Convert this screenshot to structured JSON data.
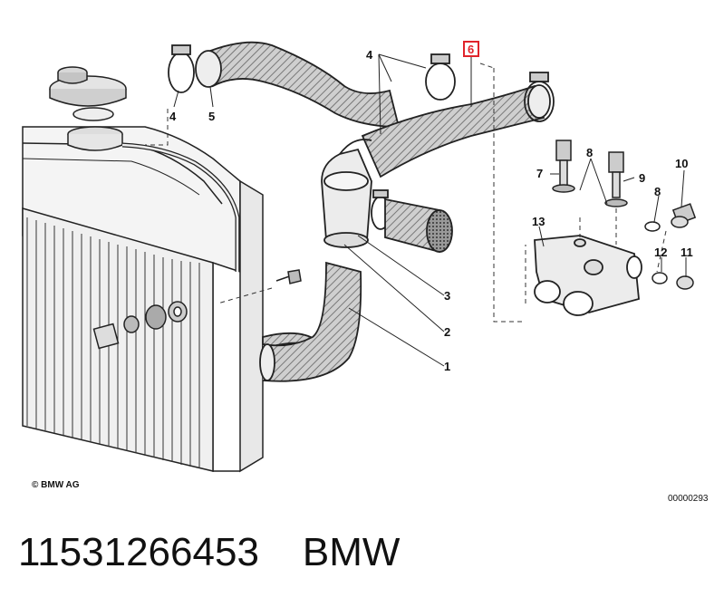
{
  "diagram": {
    "callouts": {
      "c1": "1",
      "c2": "2",
      "c3": "3",
      "c4_left": "4",
      "c4_top": "4",
      "c5": "5",
      "c6": "6",
      "c7": "7",
      "c8_top": "8",
      "c8_right": "8",
      "c9": "9",
      "c10": "10",
      "c11": "11",
      "c12": "12",
      "c13": "13"
    },
    "highlighted_callout": "6",
    "highlight_color": "#e0242b",
    "copyright": "© BMW AG",
    "figure_number": "00000293"
  },
  "caption": {
    "part_number": "11531266453",
    "brand": "BMW"
  }
}
